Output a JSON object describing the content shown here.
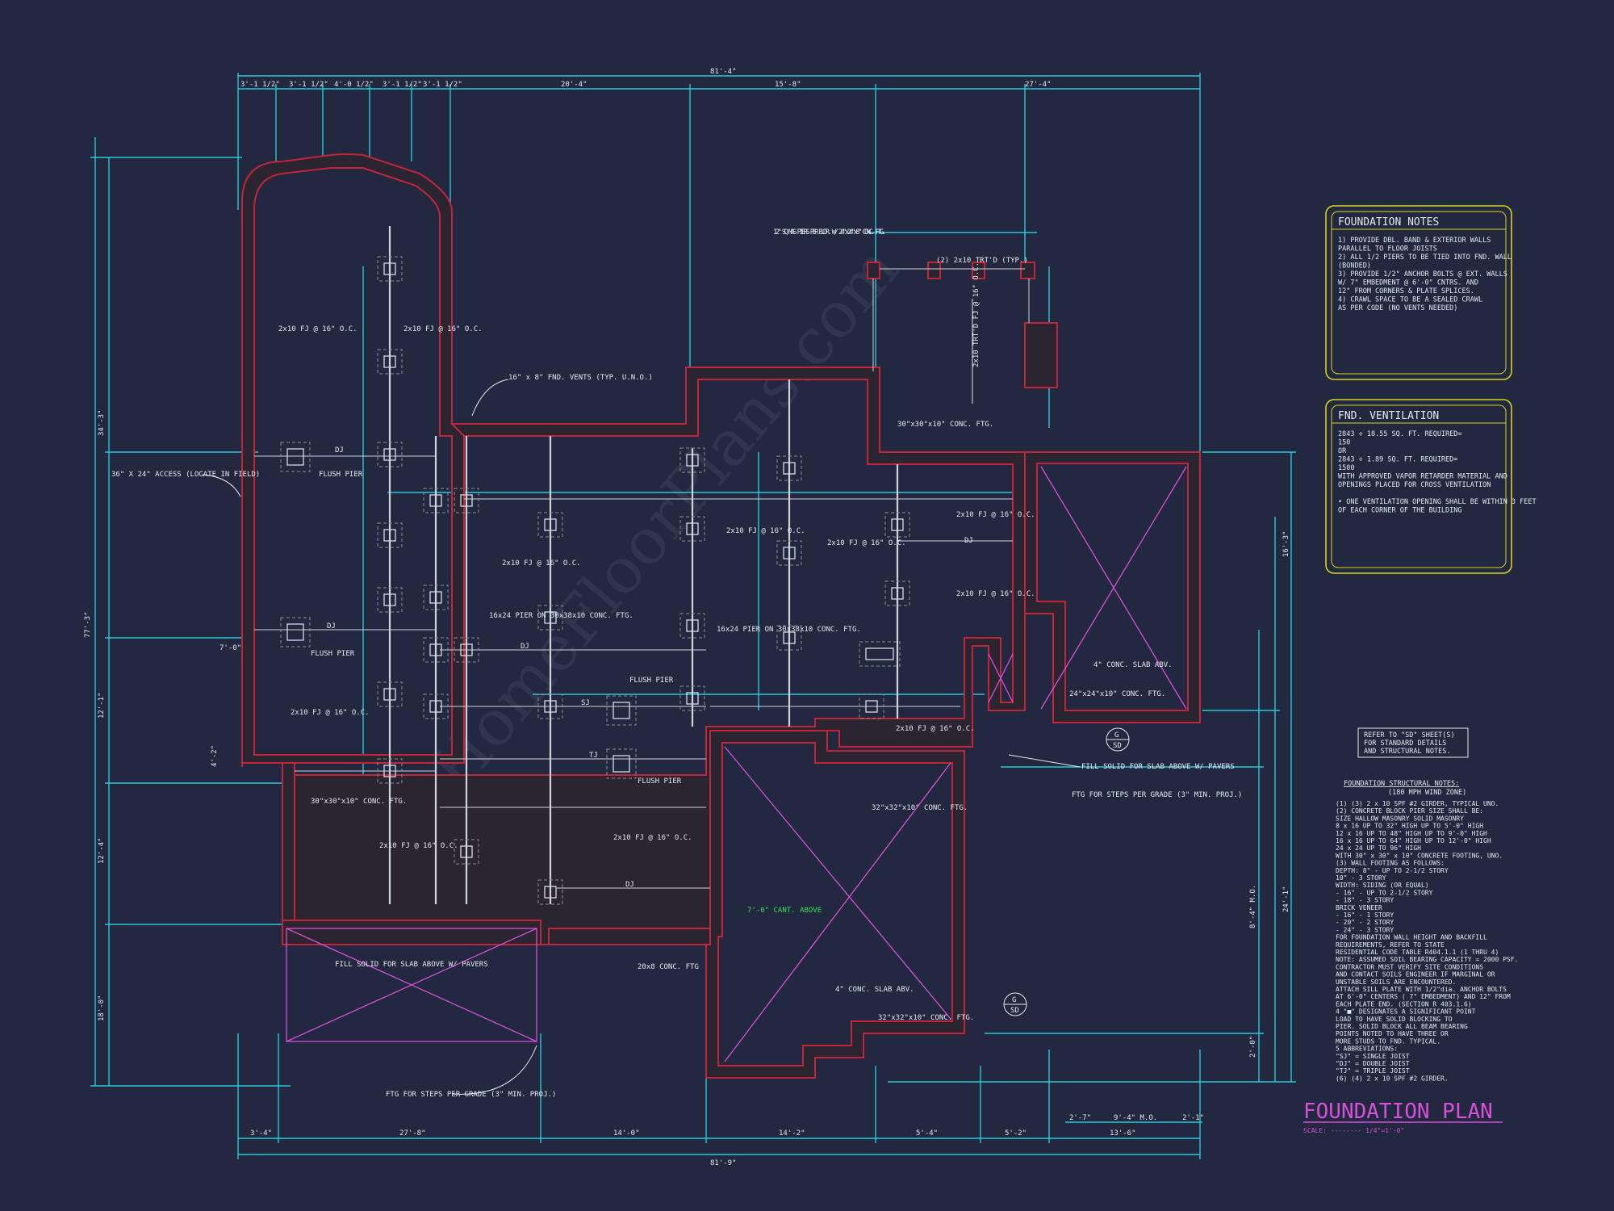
{
  "sheet": {
    "title": "FOUNDATION PLAN",
    "scale": "SCALE: -------- 1/4\"=1'-0\"",
    "watermark": "© MyHomeFloorPlans.com"
  },
  "foundation_notes": {
    "title": "FOUNDATION NOTES",
    "lines": [
      "1) PROVIDE DBL. BAND & EXTERIOR WALLS",
      "   PARALLEL TO FLOOR JOISTS",
      "2) ALL 1/2 PIERS TO BE TIED INTO FND. WALL",
      "   (BONDED)",
      "3) PROVIDE 1/2\" ANCHOR BOLTS @ EXT. WALLS",
      "   W/ 7\" EMBEDMENT @ 6'-0\" CNTRS. AND",
      "   12\" FROM CORNERS & PLATE SPLICES.",
      "4) CRAWL SPACE TO BE A SEALED CRAWL",
      "   AS PER CODE (NO VENTS NEEDED)"
    ]
  },
  "ventilation": {
    "title": "FND. VENTILATION",
    "lines": [
      "2843 ÷ 18.55 SQ. FT. REQUIRED=",
      "150",
      "        OR",
      "2843 ÷ 1.89 SQ. FT. REQUIRED=",
      "1500",
      "WITH APPROVED VAPOR RETARDER MATERIAL AND",
      "OPENINGS PLACED FOR CROSS VENTILATION",
      "",
      "• ONE VENTILATION OPENING SHALL BE WITHIN 3 FEET",
      "  OF EACH CORNER OF THE BUILDING"
    ]
  },
  "refer_note": [
    "REFER TO \"SD\" SHEET(S)",
    "FOR STANDARD DETAILS",
    "AND STRUCTURAL NOTES."
  ],
  "structural_notes": {
    "title": "FOUNDATION STRUCTURAL NOTES:",
    "subtitle": "(180 MPH WIND ZONE)",
    "lines": [
      "(1) (3) 2 x 10 SPF #2 GIRDER, TYPICAL UNO.",
      "(2) CONCRETE BLOCK PIER SIZE SHALL BE:",
      "    SIZE     HALLOW MASONRY    SOLID MASONRY",
      "    8 x 16     UP TO 32\" HIGH     UP TO 5'-0\" HIGH",
      "    12 x 16    UP TO 48\" HIGH     UP TO 9'-0\" HIGH",
      "    16 x 16    UP TO 64\" HIGH     UP TO 12'-0\" HIGH",
      "    24 x 24    UP TO 96\" HIGH",
      "    WITH 30\" x 30\" x 10\" CONCRETE FOOTING, UNO.",
      "(3) WALL FOOTING AS FOLLOWS:",
      "    DEPTH:  8\" - UP TO 2-1/2 STORY",
      "            10\" - 3 STORY",
      "    WIDTH:  SIDING (OR EQUAL)",
      "            - 16\" - UP TO 2-1/2 STORY",
      "            - 18\" - 3 STORY",
      "        BRICK VENEER",
      "            - 16\" - 1 STORY",
      "            - 20\" - 2 STORY",
      "            - 24\" - 3 STORY",
      "    FOR FOUNDATION WALL HEIGHT AND BACKFILL",
      "    REQUIREMENTS, REFER TO STATE",
      "    RESIDENTIAL CODE TABLE R404.1.1 (1 THRU 4)",
      "    NOTE: ASSUMED SOIL BEARING CAPACITY = 2000 PSF.",
      "    CONTRACTOR MUST VERIFY SITE CONDITIONS",
      "    AND CONTACT SOILS ENGINEER IF MARGINAL OR",
      "    UNSTABLE SOILS ARE ENCOUNTERED.",
      "    ATTACH SILL PLATE WITH 1/2\"dia. ANCHOR BOLTS",
      "    AT 6'-0\" CENTERS ( 7\" EMBEDMENT) AND 12\" FROM",
      "    EACH PLATE END. (SECTION R 403.1.6)",
      "4  \"■\" DESIGNATES A SIGNIFICANT POINT",
      "    LOAD TO HAVE SOLID BLOCKING TO",
      "    PIER. SOLID BLOCK ALL BEAM BEARING",
      "    POINTS NOTED TO HAVE THREE OR",
      "    MORE STUDS TO FND. TYPICAL.",
      "5  ABBREVIATIONS:",
      "    \"SJ\" = SINGLE JOIST",
      "    \"DJ\" = DOUBLE JOIST",
      "    \"TJ\" = TRIPLE JOIST",
      "(6) (4) 2 x 10 SPF #2 GIRDER."
    ]
  },
  "dims_top": [
    "3'-1 1/2\"",
    "3'-1 1/2\"",
    "4'-0 1/2\"",
    "3'-1 1/2\"",
    "3'-1 1/2\"",
    "20'-4\"",
    "15'-8\"",
    "27'-4\"",
    "81'-4\""
  ],
  "dims_bottom": [
    "3'-4\"",
    "27'-8\"",
    "14'-0\"",
    "14'-2\"",
    "5'-4\"",
    "5'-2\"",
    "13'-6\"",
    "81'-9\""
  ],
  "dims_left": [
    "34'-3\"",
    "77'-3\"",
    "12'-1\"",
    "12'-4\"",
    "18'-0\"",
    "4'-2\"",
    "7'-0\""
  ],
  "dims_right": [
    "16'-3\"",
    "24'-1\"",
    "8'-4\" M.O.",
    "2'-0\"",
    "9'-4\" M.O.",
    "2'-1\"",
    "2'-7\""
  ],
  "callouts": [
    "12\" SQ MAS PIERS PER BLDR. W/ 24\"x24\"x8\" CONC. FTG.",
    "16\" x 8\" FND. VENTS (TYP. U.N.O.)",
    "36\" X 24\" ACCESS (LOCATE IN FIELD)",
    "FLUSH PIER",
    "FLUSH PIER",
    "16x24 PIER ON 30x38x10 CONC. FTG.",
    "16x24 PIER ON 30x38x10 CONC. FTG.",
    "FLUSH PIER",
    "FLUSH PIER",
    "30\"x30\"x10\" CONC. FTG.",
    "30\"x30\"x10\" CONC. FTG.",
    "(2) 2x10 TRT'D (TYP.)",
    "2x10 TRT'D FJ @ 16\" O.C.",
    "4\" CONC. SLAB ABV.",
    "4\" CONC. SLAB ABV.",
    "24\"x24\"x10\" CONC. FTG.",
    "FILL SOLID FOR SLAB ABOVE W/ PAVERS",
    "FILL SOLID FOR SLAB ABOVE W/ PAVERS",
    "FTG FOR STEPS PER GRADE (3\" MIN. PROJ.)",
    "FTG FOR STEPS PER GRADE (3\" MIN. PROJ.)",
    "32\"x32\"x10\" CONC. FTG.",
    "32\"x32\"x10\" CONC. FTG.",
    "20x8 CONC. FTG",
    "7'-0\" CANT. ABOVE"
  ],
  "joist_labels": [
    "2x10 FJ @ 16\" O.C.",
    "DJ",
    "SJ",
    "TJ"
  ],
  "section_tags": [
    "G",
    "SD"
  ],
  "colors": {
    "background": "#222840",
    "dimension": "#28c8d8",
    "wall": "#c0253a",
    "diagonal": "#d84fd8",
    "title": "#d84fd8",
    "note_border": "#d8d020",
    "cantilever_note": "#35e050"
  }
}
